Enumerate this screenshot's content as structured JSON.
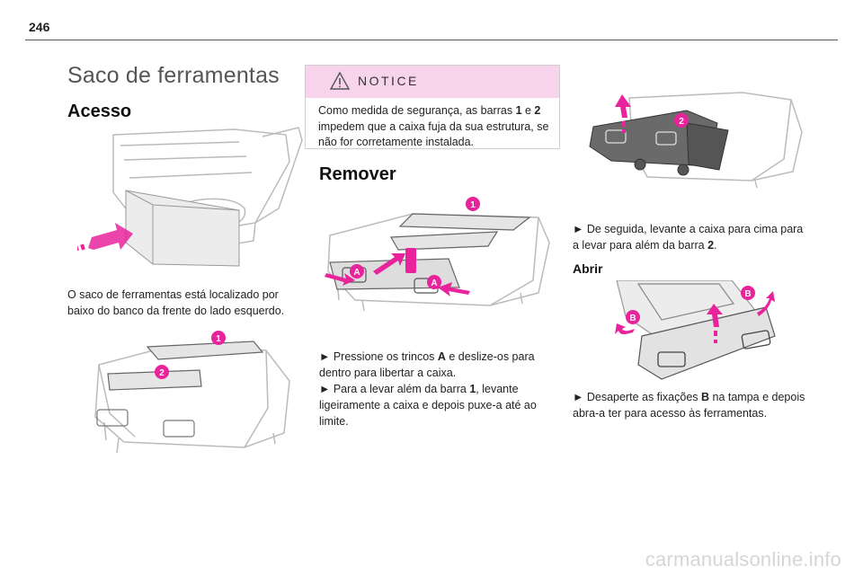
{
  "page_number": "246",
  "title": "Saco de ferramentas",
  "col1": {
    "heading": "Acesso",
    "para": "O saco de ferramentas está localizado por baixo do banco da frente do lado esquerdo."
  },
  "notice": {
    "title": "NOTICE",
    "text_1": "Como medida de segurança, as barras ",
    "bold_1": "1",
    "text_2": " e ",
    "bold_2": "2",
    "text_3": " impedem que a caixa fuja da sua estrutura, se não for corretamente instalada."
  },
  "col2": {
    "heading": "Remover",
    "step1_a": "► Pressione os trincos ",
    "step1_b": "A",
    "step1_c": " e deslize-os para dentro para libertar a caixa.",
    "step2_a": "► Para a levar além da barra ",
    "step2_b": "1",
    "step2_c": ", levante ligeiramente a caixa e depois puxe-a até ao limite."
  },
  "col3": {
    "step3_a": "► De seguida, levante a caixa para cima para a levar para além da barra ",
    "step3_b": "2",
    "step3_c": ".",
    "subheading": "Abrir",
    "step4_a": "► Desaperte as fixações ",
    "step4_b": "B",
    "step4_c": " na tampa e depois abra-a ter para acesso às ferramentas."
  },
  "labels": {
    "one": "1",
    "two": "2",
    "a": "A",
    "b": "B"
  },
  "footer_site": "carmanualsonline.info",
  "colors": {
    "accent": "#e8239b",
    "notice_bg": "#f7d3ec"
  }
}
